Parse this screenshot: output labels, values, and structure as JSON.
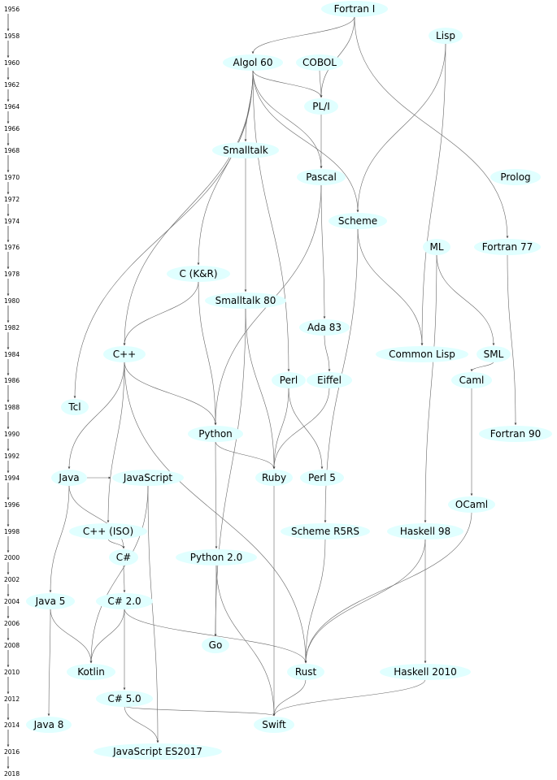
{
  "colors": {
    "node_fill": "#e0ffff",
    "edge": "#666666",
    "text": "#000000"
  },
  "timeline": {
    "years": [
      "1956",
      "1958",
      "1960",
      "1962",
      "1964",
      "1966",
      "1968",
      "1970",
      "1972",
      "1974",
      "1976",
      "1978",
      "1980",
      "1982",
      "1984",
      "1986",
      "1988",
      "1990",
      "1992",
      "1994",
      "1996",
      "1998",
      "2000",
      "2002",
      "2004",
      "2006",
      "2008",
      "2010",
      "2012",
      "2014",
      "2016",
      "2018"
    ]
  },
  "nodes": [
    {
      "id": "fortran1",
      "label": "Fortran I"
    },
    {
      "id": "lisp",
      "label": "Lisp"
    },
    {
      "id": "algol60",
      "label": "Algol 60"
    },
    {
      "id": "cobol",
      "label": "COBOL"
    },
    {
      "id": "pli",
      "label": "PL/I"
    },
    {
      "id": "smalltalk",
      "label": "Smalltalk"
    },
    {
      "id": "pascal",
      "label": "Pascal"
    },
    {
      "id": "prolog",
      "label": "Prolog"
    },
    {
      "id": "scheme",
      "label": "Scheme"
    },
    {
      "id": "ml",
      "label": "ML"
    },
    {
      "id": "fortran77",
      "label": "Fortran 77"
    },
    {
      "id": "ckr",
      "label": "C (K&R)"
    },
    {
      "id": "smalltalk80",
      "label": "Smalltalk 80"
    },
    {
      "id": "ada83",
      "label": "Ada 83"
    },
    {
      "id": "cpp",
      "label": "C++"
    },
    {
      "id": "commonlisp",
      "label": "Common Lisp"
    },
    {
      "id": "sml",
      "label": "SML"
    },
    {
      "id": "perl",
      "label": "Perl"
    },
    {
      "id": "eiffel",
      "label": "Eiffel"
    },
    {
      "id": "caml",
      "label": "Caml"
    },
    {
      "id": "tcl",
      "label": "Tcl"
    },
    {
      "id": "python",
      "label": "Python"
    },
    {
      "id": "fortran90",
      "label": "Fortran 90"
    },
    {
      "id": "java",
      "label": "Java"
    },
    {
      "id": "javascript",
      "label": "JavaScript"
    },
    {
      "id": "ruby",
      "label": "Ruby"
    },
    {
      "id": "perl5",
      "label": "Perl 5"
    },
    {
      "id": "ocaml",
      "label": "OCaml"
    },
    {
      "id": "cppiso",
      "label": "C++ (ISO)"
    },
    {
      "id": "schemer5rs",
      "label": "Scheme R5RS"
    },
    {
      "id": "haskell98",
      "label": "Haskell 98"
    },
    {
      "id": "csharp",
      "label": "C#"
    },
    {
      "id": "python20",
      "label": "Python 2.0"
    },
    {
      "id": "java5",
      "label": "Java 5"
    },
    {
      "id": "csharp20",
      "label": "C# 2.0"
    },
    {
      "id": "go",
      "label": "Go"
    },
    {
      "id": "kotlin",
      "label": "Kotlin"
    },
    {
      "id": "rust",
      "label": "Rust"
    },
    {
      "id": "haskell2010",
      "label": "Haskell 2010"
    },
    {
      "id": "csharp50",
      "label": "C# 5.0"
    },
    {
      "id": "java8",
      "label": "Java 8"
    },
    {
      "id": "swift",
      "label": "Swift"
    },
    {
      "id": "es2017",
      "label": "JavaScript ES2017"
    }
  ],
  "edges": [
    [
      "fortran1",
      "algol60"
    ],
    [
      "fortran1",
      "pli"
    ],
    [
      "fortran1",
      "fortran77"
    ],
    [
      "lisp",
      "scheme"
    ],
    [
      "lisp",
      "commonlisp"
    ],
    [
      "algol60",
      "pli"
    ],
    [
      "algol60",
      "smalltalk"
    ],
    [
      "algol60",
      "scheme"
    ],
    [
      "algol60",
      "ckr"
    ],
    [
      "algol60",
      "cpp"
    ],
    [
      "algol60",
      "tcl"
    ],
    [
      "algol60",
      "perl"
    ],
    [
      "algol60",
      "pascal"
    ],
    [
      "cobol",
      "pli"
    ],
    [
      "pli",
      "pascal"
    ],
    [
      "smalltalk",
      "smalltalk80"
    ],
    [
      "pascal",
      "ada83"
    ],
    [
      "pascal",
      "python"
    ],
    [
      "scheme",
      "commonlisp"
    ],
    [
      "scheme",
      "schemer5rs"
    ],
    [
      "ml",
      "sml"
    ],
    [
      "ml",
      "haskell98"
    ],
    [
      "fortran77",
      "fortran90"
    ],
    [
      "ckr",
      "cpp"
    ],
    [
      "ckr",
      "python"
    ],
    [
      "smalltalk80",
      "ruby"
    ],
    [
      "smalltalk80",
      "go"
    ],
    [
      "ada83",
      "eiffel"
    ],
    [
      "cpp",
      "java"
    ],
    [
      "cpp",
      "cppiso"
    ],
    [
      "cpp",
      "python"
    ],
    [
      "cpp",
      "rust"
    ],
    [
      "sml",
      "caml"
    ],
    [
      "perl",
      "ruby"
    ],
    [
      "perl",
      "perl5"
    ],
    [
      "eiffel",
      "ruby"
    ],
    [
      "caml",
      "ocaml"
    ],
    [
      "python",
      "ruby"
    ],
    [
      "python",
      "python20"
    ],
    [
      "java",
      "javascript"
    ],
    [
      "java",
      "csharp"
    ],
    [
      "java",
      "java5"
    ],
    [
      "javascript",
      "kotlin"
    ],
    [
      "javascript",
      "es2017"
    ],
    [
      "ruby",
      "swift"
    ],
    [
      "ocaml",
      "rust"
    ],
    [
      "cppiso",
      "csharp"
    ],
    [
      "schemer5rs",
      "rust"
    ],
    [
      "haskell98",
      "rust"
    ],
    [
      "haskell98",
      "haskell2010"
    ],
    [
      "csharp",
      "csharp20"
    ],
    [
      "python20",
      "go"
    ],
    [
      "python20",
      "swift"
    ],
    [
      "java5",
      "kotlin"
    ],
    [
      "java5",
      "java8"
    ],
    [
      "csharp20",
      "kotlin"
    ],
    [
      "csharp20",
      "csharp50"
    ],
    [
      "csharp20",
      "rust"
    ],
    [
      "rust",
      "swift"
    ],
    [
      "haskell2010",
      "swift"
    ],
    [
      "csharp50",
      "swift"
    ],
    [
      "csharp50",
      "es2017"
    ]
  ]
}
